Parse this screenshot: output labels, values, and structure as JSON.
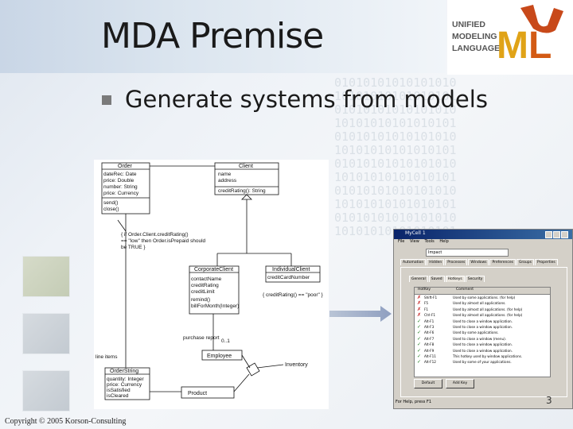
{
  "slide": {
    "title": "MDA Premise",
    "bullet": "Generate systems from models",
    "copyright": "Copyright © 2005 Korson-Consulting",
    "page_number": "3"
  },
  "logo": {
    "line1": "UNIFIED",
    "line2": "MODELING",
    "line3": "LANGUAGE",
    "m": "M",
    "l": "L",
    "colors": {
      "u": "#c8491a",
      "m": "#e0a317",
      "l": "#d35a14"
    }
  },
  "binary_pattern": "01010101010101010\n10101010101010101\n01010101010101010\n10101010101010101\n01010101010101010\n10101010101010101\n01010101010101010\n10101010101010101\n01010101010101010\n10101010101010101\n01010101010101010\n10101010101010101",
  "uml": {
    "order": {
      "name": "Order",
      "attrs": [
        "dateRec: Date",
        "price: Double",
        "number: String",
        "price: Currency"
      ],
      "ops": [
        "send()",
        "close()"
      ]
    },
    "client": {
      "name": "Client",
      "attrs": [
        "name",
        "address"
      ],
      "ops": [
        "creditRating(): String"
      ]
    },
    "note": [
      "{ if Order.Client.creditRating()",
      "== \"low\" then Order.isPrepaid should",
      "be TRUE }"
    ],
    "corporate": {
      "name": "CorporateClient",
      "attrs": [
        "contactName",
        "creditRating",
        "creditLimit",
        "remind()",
        "billForMonth(Integer)"
      ]
    },
    "individual": {
      "name": "IndividualClient",
      "attrs": [
        "creditCardNumber"
      ]
    },
    "individual_note": "{ creditRating() == \"poor\" }",
    "purchase_label": "purchase report",
    "multiplicity": "0..1",
    "employee": "Employee",
    "line_items": "line items",
    "order_string": "OrderString",
    "order_string_attrs": [
      "quantity: Integer",
      "price: Currency",
      "isSatisfied",
      "isCleared"
    ],
    "inventory": "Inventory",
    "product": "Product"
  },
  "dialog": {
    "title": "MyCell 1",
    "menu": [
      "File",
      "View",
      "Tools",
      "Help"
    ],
    "combo": "Impact",
    "tabs_top": [
      "Automation",
      "Hidden",
      "Processes",
      "Windows",
      "Preferences",
      "Groups",
      "Properties"
    ],
    "tabs_inner": [
      "General",
      "Saved",
      "Hotkeys",
      "Security"
    ],
    "grid_headers": [
      "HotKey",
      "Comment"
    ],
    "rows": [
      {
        "mark": "x",
        "key": "Shift-F1",
        "comment": "Used by some applications. (for help)"
      },
      {
        "mark": "x",
        "key": "F5",
        "comment": "Used by almost all applications."
      },
      {
        "mark": "x",
        "key": "F1",
        "comment": "Used by almost all applications. (for help)"
      },
      {
        "mark": "x",
        "key": "Ctrl-F1",
        "comment": "Used by almost all applications. (for help)"
      },
      {
        "mark": "c",
        "key": "Alt-F1",
        "comment": "Used to close a window application."
      },
      {
        "mark": "c",
        "key": "Alt-F3",
        "comment": "Used to close a window application."
      },
      {
        "mark": "c",
        "key": "Alt-F6",
        "comment": "Used by some applications."
      },
      {
        "mark": "c",
        "key": "Alt-F7",
        "comment": "Used to close a window (menu)."
      },
      {
        "mark": "c",
        "key": "Alt-F8",
        "comment": "Used to close a window application."
      },
      {
        "mark": "c",
        "key": "Alt-F9",
        "comment": "Used to close a window application."
      },
      {
        "mark": "c",
        "key": "Alt-F11",
        "comment": "This hotkey used by window applications."
      },
      {
        "mark": "c",
        "key": "Alt-F12",
        "comment": "Used by some of your applications."
      }
    ],
    "btn_default": "Default",
    "btn_add": "Add Key",
    "status": "For Help, press F1"
  }
}
